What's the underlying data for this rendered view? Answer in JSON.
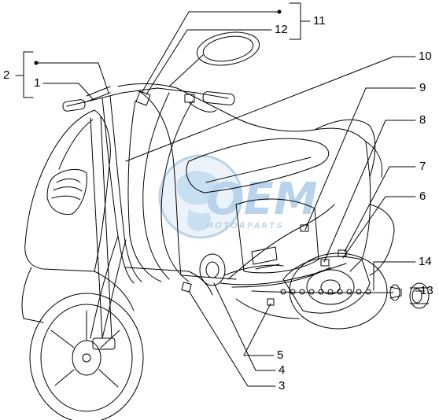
{
  "watermark": {
    "brand": "OEM",
    "subtitle": "MOTORPARTS",
    "color": "#7fb0dc"
  },
  "callouts": [
    {
      "id": "c1",
      "label": "1"
    },
    {
      "id": "c2",
      "label": "2"
    },
    {
      "id": "c3",
      "label": "3"
    },
    {
      "id": "c4",
      "label": "4"
    },
    {
      "id": "c5",
      "label": "5"
    },
    {
      "id": "c6",
      "label": "6"
    },
    {
      "id": "c7",
      "label": "7"
    },
    {
      "id": "c8",
      "label": "8"
    },
    {
      "id": "c9",
      "label": "9"
    },
    {
      "id": "c10",
      "label": "10"
    },
    {
      "id": "c11",
      "label": "11"
    },
    {
      "id": "c12",
      "label": "12"
    },
    {
      "id": "c13",
      "label": "13"
    },
    {
      "id": "c14",
      "label": "14"
    }
  ]
}
